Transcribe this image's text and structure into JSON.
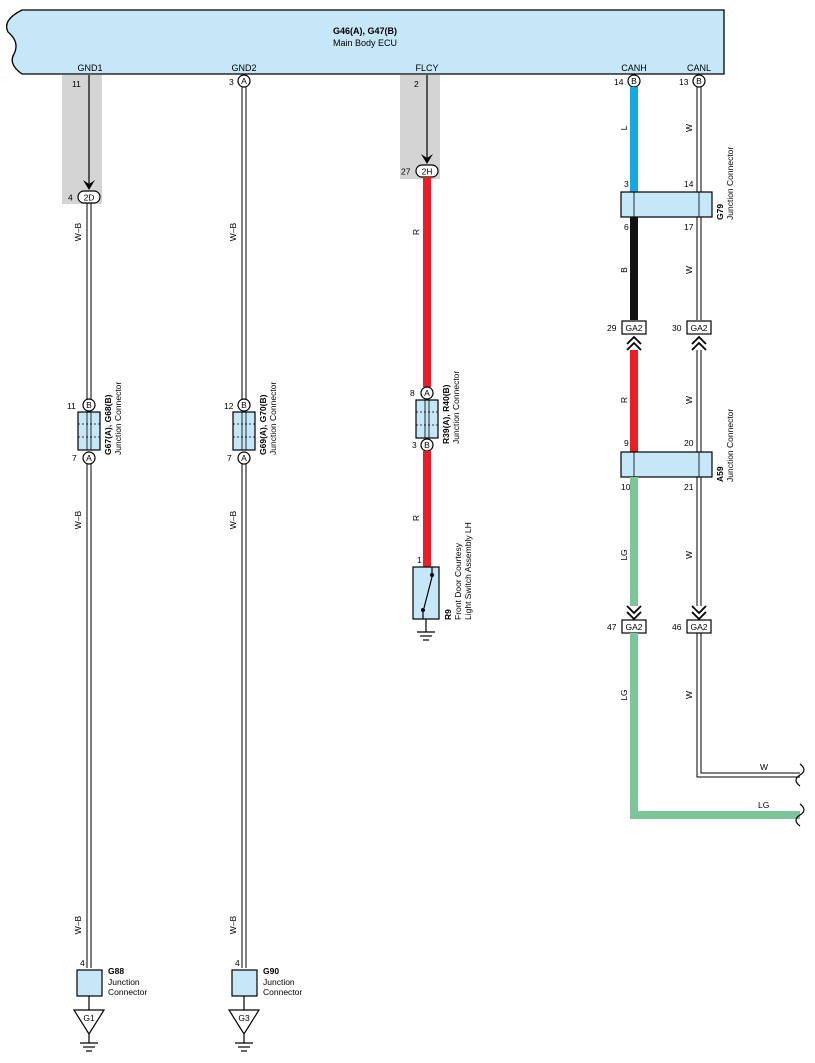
{
  "ecu": {
    "code": "G46(A), G47(B)",
    "name": "Main Body ECU",
    "pins": [
      "GND1",
      "GND2",
      "FLCY",
      "CANH",
      "CANL"
    ]
  },
  "gnd1": {
    "pin": "11",
    "conn_pin": "4",
    "conn_code": "2D",
    "wire": "W–B",
    "jc_pin_top": "11",
    "jc_top_letter": "B",
    "jc_pin_bot": "7",
    "jc_bot_letter": "A",
    "jc_code": "G67(A), G68(B)",
    "jc_name": "Junction Connector",
    "wire2": "W–B",
    "wire3": "W–B",
    "end_pin": "4",
    "end_code": "G88",
    "end_name1": "Junction",
    "end_name2": "Connector",
    "ground": "G1"
  },
  "gnd2": {
    "pin": "3",
    "pin_letter": "A",
    "wire": "W–B",
    "jc_pin_top": "12",
    "jc_top_letter": "B",
    "jc_pin_bot": "7",
    "jc_bot_letter": "A",
    "jc_code": "G69(A), G70(B)",
    "jc_name": "Junction Connector",
    "wire2": "W–B",
    "wire3": "W–B",
    "end_pin": "4",
    "end_code": "G90",
    "end_name1": "Junction",
    "end_name2": "Connector",
    "ground": "G3"
  },
  "flcy": {
    "pin": "2",
    "conn_pin": "27",
    "conn_code": "2H",
    "wire": "R",
    "jc_pin_top": "8",
    "jc_top_letter": "A",
    "jc_pin_bot": "3",
    "jc_bot_letter": "B",
    "jc_code": "R39(A), R40(B)",
    "jc_name": "Junction Connector",
    "wire2": "R",
    "sw_pin": "1",
    "sw_code": "R9",
    "sw_name1": "Front Door Courtesy",
    "sw_name2": "Light Switch Assembly LH"
  },
  "can": {
    "canh_pin": "14",
    "canh_letter": "B",
    "canl_pin": "13",
    "canl_letter": "B",
    "canh_wire1": "L",
    "canl_wire1": "W",
    "g79_pin_h_top": "3",
    "g79_pin_l_top": "14",
    "g79_pin_h_bot": "6",
    "g79_pin_l_bot": "17",
    "g79_code": "G79",
    "g79_name": "Junction Connector",
    "canh_wire2": "B",
    "canl_wire2": "W",
    "ga2_h_pin1": "29",
    "ga2_l_pin1": "30",
    "ga2_label": "GA2",
    "canh_wire3": "R",
    "canl_wire3": "W",
    "a59_pin_h_top": "9",
    "a59_pin_l_top": "20",
    "a59_pin_h_bot": "10",
    "a59_pin_l_bot": "21",
    "a59_code": "A59",
    "a59_name": "Junction Connector",
    "canh_wire4": "LG",
    "canl_wire4": "W",
    "ga2_h_pin2": "47",
    "ga2_l_pin2": "46",
    "canh_wire5": "LG",
    "canl_wire5": "W",
    "out_w": "W",
    "out_lg": "LG"
  },
  "colors": {
    "ecu_fill": "#c5e7f7",
    "shade": "#d4d4d4",
    "wire_red": "#ee1c25",
    "wire_blue": "#13aae2",
    "wire_black": "#111111",
    "wire_lg": "#7cc49a",
    "connector_fill": "#c5e7f7"
  }
}
